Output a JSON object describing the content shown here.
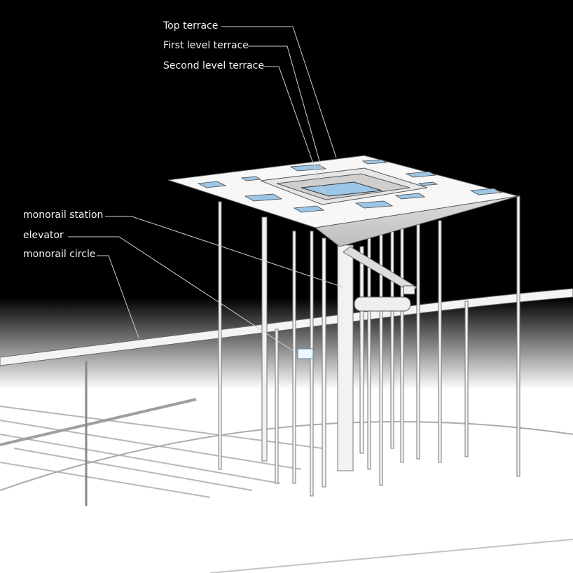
{
  "labels": {
    "top_terrace": "Top terrace",
    "first_level_terrace": "First level terrace",
    "second_level_terrace": "Second level terrace",
    "monorail_station": "monorail station",
    "elevator": "elevator",
    "monorail_circle": "monorail circle"
  },
  "colors": {
    "background": "#000000",
    "ground": "#ffffff",
    "skylight": "#9cc6e6",
    "leader": "#cfcfcf"
  }
}
